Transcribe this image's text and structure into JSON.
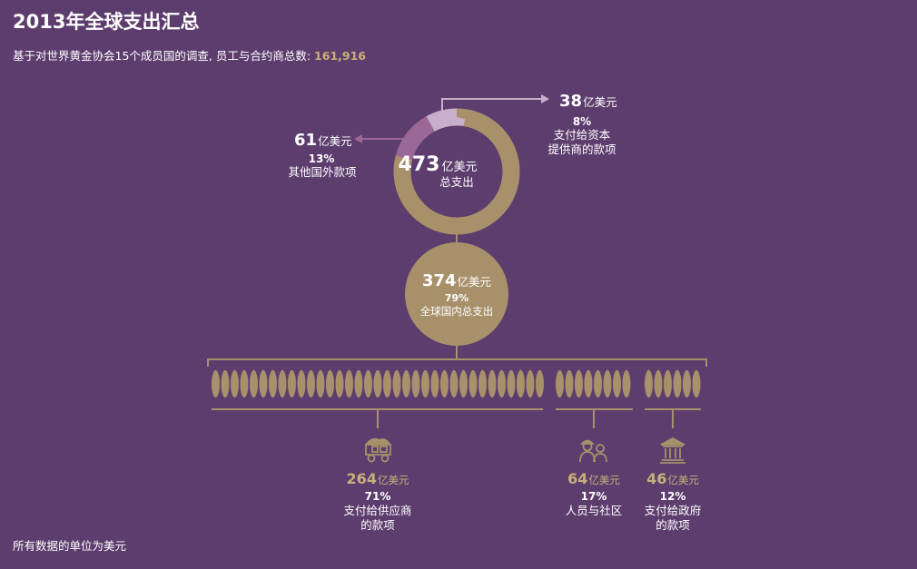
{
  "header": {
    "title": "2013年全球支出汇总",
    "subtitle_prefix": "基于对世界黄金协会15个成员国的调查, 员工与合约商总数: ",
    "subtitle_value": "161,916"
  },
  "footnote": "所有数据的单位为美元",
  "unit": "亿美元",
  "colors": {
    "background": "#5d3d6e",
    "gold": "#a8916a",
    "gold_text": "#c9b07a",
    "other_foreign": "#9a6896",
    "capital": "#c7b0cb",
    "white": "#ffffff"
  },
  "chart_data": {
    "type": "pie",
    "center": {
      "value": "473",
      "unit": "亿美元",
      "label": "总支出"
    },
    "slices": [
      {
        "name": "global_domestic",
        "value": 374,
        "pct": "79%"
      },
      {
        "name": "other_foreign",
        "value": 61,
        "pct": "13%"
      },
      {
        "name": "capital",
        "value": 38,
        "pct": "8%"
      }
    ],
    "callouts": {
      "capital": {
        "value": "38",
        "unit": "亿美元",
        "pct": "8%",
        "line1": "支付给资本",
        "line2": "提供商的款项"
      },
      "other_foreign": {
        "value": "61",
        "unit": "亿美元",
        "pct": "13%",
        "line1": "其他国外款项"
      }
    },
    "domestic": {
      "value": "374",
      "unit": "亿美元",
      "pct": "79%",
      "label": "全球国内总支出"
    },
    "breakdown": [
      {
        "key": "suppliers",
        "value": 264,
        "value_text": "264",
        "unit": "亿美元",
        "pct": "71%",
        "line1": "支付给供应商",
        "line2": "的款项",
        "icon": "mining-truck-icon"
      },
      {
        "key": "people",
        "value": 64,
        "value_text": "64",
        "unit": "亿美元",
        "pct": "17%",
        "line1": "人员与社区",
        "line2": "",
        "icon": "people-icon"
      },
      {
        "key": "government",
        "value": 46,
        "value_text": "46",
        "unit": "亿美元",
        "pct": "12%",
        "line1": "支付给政府",
        "line2": "的款项",
        "icon": "government-building-icon"
      }
    ]
  }
}
